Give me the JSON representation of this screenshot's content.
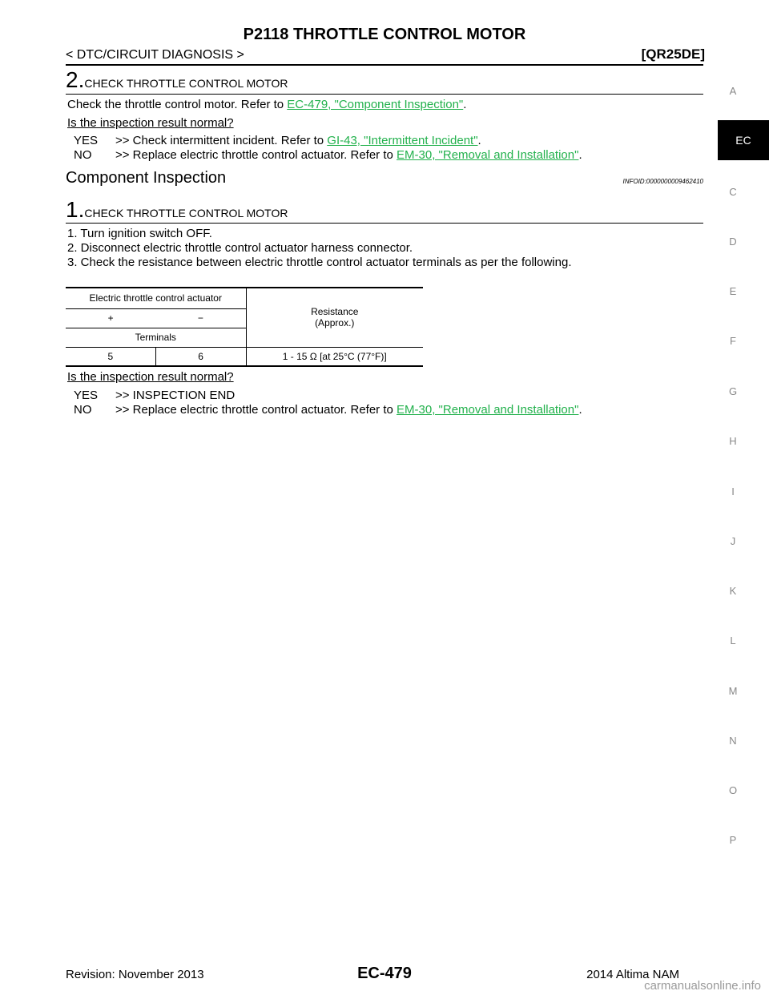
{
  "header": {
    "title": "P2118 THROTTLE CONTROL MOTOR",
    "breadcrumb": "< DTC/CIRCUIT DIAGNOSIS >",
    "model": "[QR25DE]"
  },
  "step2": {
    "number": "2.",
    "title": "CHECK THROTTLE CONTROL MOTOR",
    "text_prefix": "Check the throttle control motor. Refer to ",
    "link": "EC-479, \"Component Inspection\"",
    "text_suffix": ".",
    "question": "Is the inspection result normal?",
    "yes_key": "YES",
    "yes_prefix": ">> Check intermittent incident. Refer to ",
    "yes_link": "GI-43, \"Intermittent Incident\"",
    "yes_suffix": ".",
    "no_key": "NO",
    "no_prefix": ">> Replace electric throttle control actuator. Refer to ",
    "no_link": "EM-30, \"Removal and Installation\"",
    "no_suffix": "."
  },
  "section": {
    "heading": "Component Inspection",
    "infoid": "INFOID:0000000009462410"
  },
  "step1": {
    "number": "1.",
    "title": "CHECK THROTTLE CONTROL MOTOR",
    "items": [
      "1.   Turn ignition switch OFF.",
      "2.   Disconnect electric throttle control actuator harness connector.",
      "3.   Check the resistance between electric throttle control actuator terminals as per the following."
    ],
    "table": {
      "header_group": "Electric throttle control actuator",
      "col_plus": "+",
      "col_minus": "−",
      "row_terminals": "Terminals",
      "resistance_line1": "Resistance",
      "resistance_line2": "(Approx.)",
      "row": [
        "5",
        "6",
        "1 - 15 Ω [at 25°C (77°F)]"
      ]
    },
    "question": "Is the inspection result normal?",
    "yes_key": "YES",
    "yes_text": ">> INSPECTION END",
    "no_key": "NO",
    "no_prefix": ">> Replace electric throttle control actuator. Refer to ",
    "no_link": "EM-30, \"Removal and Installation\"",
    "no_suffix": "."
  },
  "side_tabs": [
    "A",
    "EC",
    "C",
    "D",
    "E",
    "F",
    "G",
    "H",
    "I",
    "J",
    "K",
    "L",
    "M",
    "N",
    "O",
    "P"
  ],
  "footer": {
    "revision": "Revision: November 2013",
    "page": "EC-479",
    "model": "2014 Altima NAM",
    "watermark": "carmanualsonline.info"
  },
  "colors": {
    "link": "#22b14c",
    "active_tab_bg": "#000000"
  }
}
